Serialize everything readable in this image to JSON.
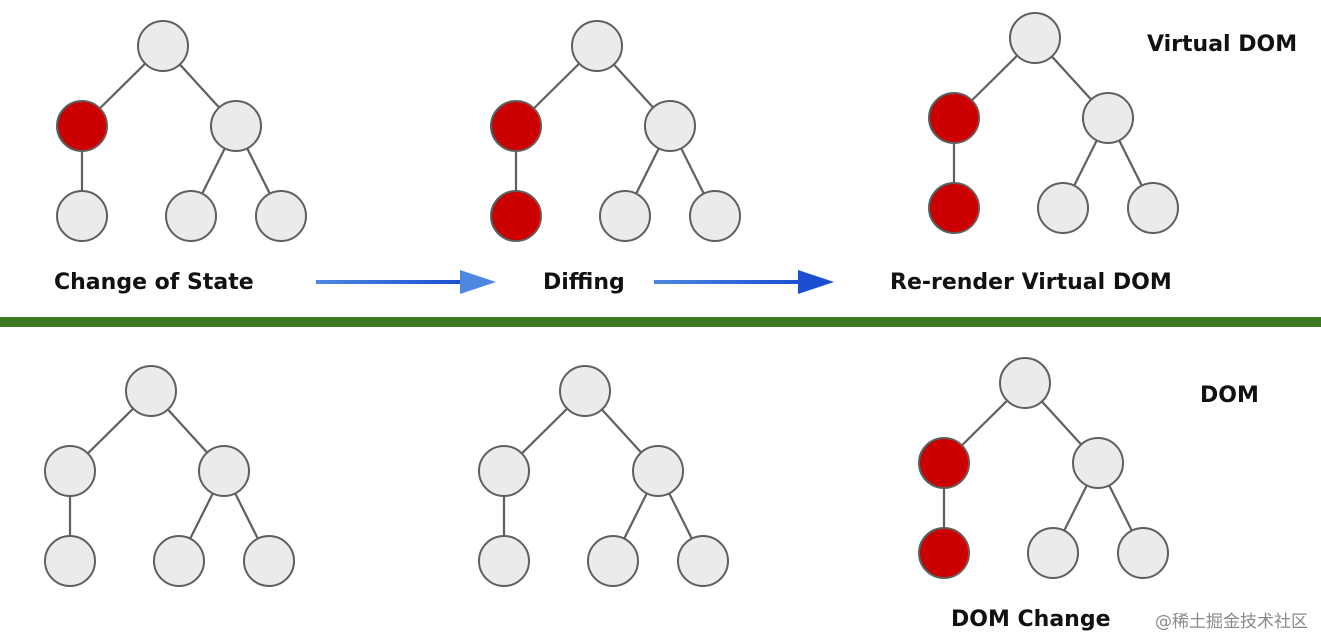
{
  "labels": {
    "change_of_state": "Change of State",
    "diffing": "Diffing",
    "rerender_virtual_dom": "Re-render Virtual DOM",
    "virtual_dom": "Virtual DOM",
    "dom": "DOM",
    "dom_change": "DOM Change"
  },
  "watermark": "@稀土掘金技术社区",
  "colors": {
    "node_default": "#ebebeb",
    "node_changed": "#cc0000",
    "node_stroke": "#5f5f5f",
    "arrow_start": "#4f86e0",
    "arrow_end": "#1b4fd0",
    "divider": "#3e7a22"
  },
  "trees": [
    {
      "row": "virtual-dom",
      "stage": "change-of-state",
      "changed": [
        "left"
      ]
    },
    {
      "row": "virtual-dom",
      "stage": "diffing",
      "changed": [
        "left",
        "left-child"
      ]
    },
    {
      "row": "virtual-dom",
      "stage": "re-render",
      "changed": [
        "left",
        "left-child"
      ]
    },
    {
      "row": "dom",
      "stage": "change-of-state",
      "changed": []
    },
    {
      "row": "dom",
      "stage": "diffing",
      "changed": []
    },
    {
      "row": "dom",
      "stage": "dom-change",
      "changed": [
        "left",
        "left-child"
      ]
    }
  ]
}
